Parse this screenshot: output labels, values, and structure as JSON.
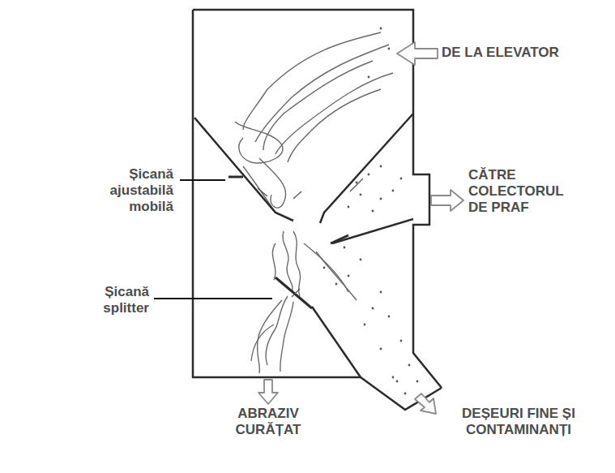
{
  "diagram": {
    "labels": [
      "DE LA ELEVATOR",
      "Șicană ajustabilă mobilă",
      "CĂTRE COLECTORUL DE PRAF",
      "Șicană splitter",
      "ABRAZIV CURĂȚAT",
      "DEȘEURI FINE ȘI CONTAMINANȚI"
    ]
  }
}
